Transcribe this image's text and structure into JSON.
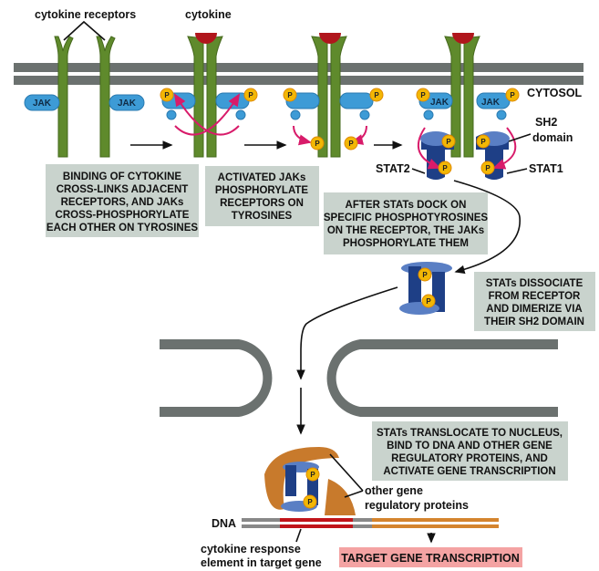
{
  "labels": {
    "cytokine_receptors": "cytokine receptors",
    "cytokine": "cytokine",
    "cytosol": "CYTOSOL",
    "jak": "JAK",
    "p": "P",
    "sh2_domain": [
      "SH2",
      "domain"
    ],
    "stat2": "STAT2",
    "stat1": "STAT1",
    "other_gene": [
      "other gene",
      "regulatory proteins"
    ],
    "dna": "DNA",
    "cytokine_response": [
      "cytokine response",
      "element in target gene"
    ]
  },
  "steps": [
    {
      "lines": [
        "BINDING OF CYTOKINE",
        "CROSS-LINKS ADJACENT",
        "RECEPTORS, AND JAKs",
        "CROSS-PHOSPHORYLATE",
        "EACH OTHER ON TYROSINES"
      ]
    },
    {
      "lines": [
        "ACTIVATED JAKs",
        "PHOSPHORYLATE",
        "RECEPTORS ON",
        "TYROSINES"
      ]
    },
    {
      "lines": [
        "AFTER STATs DOCK ON",
        "SPECIFIC PHOSPHOTYROSINES",
        "ON THE RECEPTOR, THE JAKs",
        "PHOSPHORYLATE THEM"
      ]
    },
    {
      "lines": [
        "STATs DISSOCIATE",
        "FROM RECEPTOR",
        "AND DIMERIZE VIA",
        "THEIR SH2 DOMAIN"
      ]
    },
    {
      "lines": [
        "STATs TRANSLOCATE TO NUCLEUS,",
        "BIND TO DNA AND OTHER GENE",
        "REGULATORY PROTEINS, AND",
        "ACTIVATE GENE TRANSCRIPTION"
      ]
    }
  ],
  "target_gene_transcription": "TARGET GENE TRANSCRIPTION",
  "colors": {
    "membrane": "#6b716f",
    "receptor": "#5f8a2c",
    "jak": "#3d9bd6",
    "stat_dark": "#1e3f86",
    "stat_light": "#5a7fc4",
    "cytokine": "#b0161c",
    "box": "#c9d3cd",
    "target_box": "#f4a3a3",
    "arrow_magenta": "#d81b6a"
  }
}
